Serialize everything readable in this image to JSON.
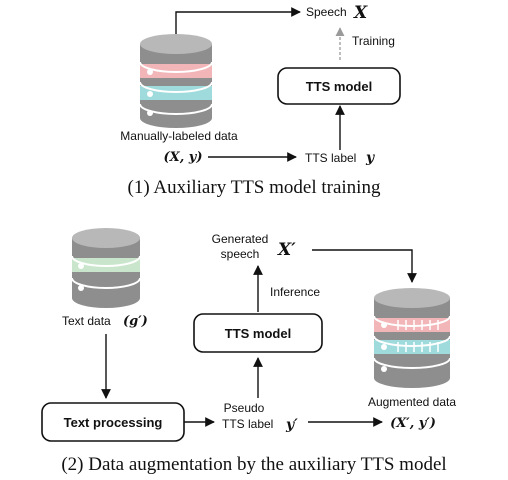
{
  "panel1": {
    "speech_label": "Speech",
    "speech_var": "X",
    "training_label": "Training",
    "tts_model_label": "TTS model",
    "manual_data_label": "Manually-labeled data",
    "manual_data_var": "(X, y)",
    "tts_label_label": "TTS label",
    "tts_label_var": "y",
    "caption": "(1) Auxiliary TTS model training"
  },
  "panel2": {
    "generated_label_line1": "Generated",
    "generated_label_line2": "speech",
    "generated_var": "X′",
    "inference_label": "Inference",
    "tts_model_label": "TTS model",
    "text_data_label": "Text data",
    "text_data_var": "(g′)",
    "text_processing_label": "Text processing",
    "pseudo_line1": "Pseudo",
    "pseudo_line2": "TTS label",
    "pseudo_var": "y′",
    "augmented_label": "Augmented data",
    "augmented_var": "(X′, y′)",
    "caption": "(2) Data augmentation by the auxiliary TTS model"
  },
  "colors": {
    "db_gray": "#8e8e8e",
    "db_light": "#b8b8b8",
    "stripe_pink": "#f3b6b8",
    "stripe_cyan": "#9fdbdc",
    "stripe_green": "#c9e6cc",
    "arrow_training": "#9a9a9a"
  }
}
